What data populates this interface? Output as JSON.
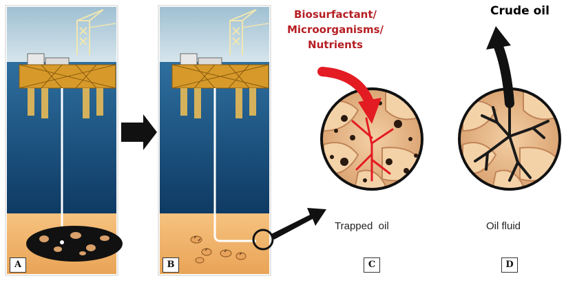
{
  "panels": {
    "a": {
      "letter": "A"
    },
    "b": {
      "letter": "B"
    },
    "c": {
      "letter": "C",
      "caption": "Trapped  oil"
    },
    "d": {
      "letter": "D",
      "caption": "Oil fluid"
    }
  },
  "injection_label": {
    "line1": "Biosurfactant/",
    "line2": "Microorganisms/",
    "line3": "Nutrients"
  },
  "output_label": "Crude oil",
  "colors": {
    "sky": "#c9dce6",
    "sea": "#1a5a8c",
    "sea_deep": "#0f3f6a",
    "sediment": "#f0b36a",
    "oil": "#111111",
    "rock": "#e8b98a",
    "flow_red": "#e31b23",
    "label_red": "#b51f24"
  },
  "icons": [
    "platform-icon",
    "crane-icon",
    "arrow-right-icon",
    "arrow-up-icon",
    "arrow-curved-icon",
    "zoom-arrow-icon"
  ]
}
